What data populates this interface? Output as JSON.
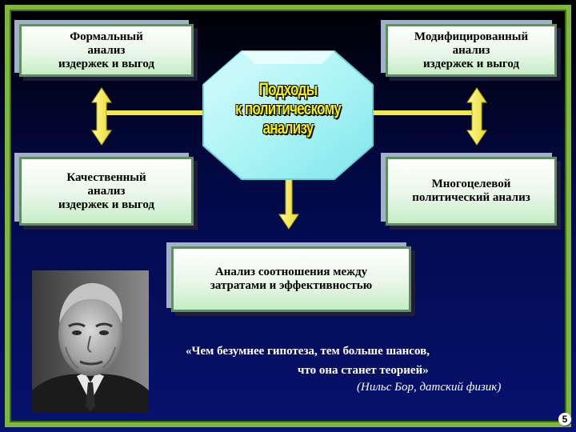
{
  "hub": {
    "title": "Подходы\nк политическому\nанализу"
  },
  "boxes": {
    "formal": "Формальный\nанализ\nиздержек и выгод",
    "modified": "Модифицированный\nанализ\nиздержек и выгод",
    "qualitative": "Качественный\nанализ\nиздержек и выгод",
    "multigoal": "Многоцелевой\nполитический анализ",
    "costeffect": "Анализ соотношения между\nзатратами и эффективностью"
  },
  "quote": {
    "line1": "«Чем безумнее гипотеза, тем больше шансов,",
    "line2": "что она станет теорией»",
    "author": "(Нильс Бор, датский физик)"
  },
  "page_number": "5",
  "colors": {
    "frame": "#7fb83a",
    "arrow": "#f2e84a",
    "hub": "#aef4f6",
    "title": "#f5f000"
  }
}
